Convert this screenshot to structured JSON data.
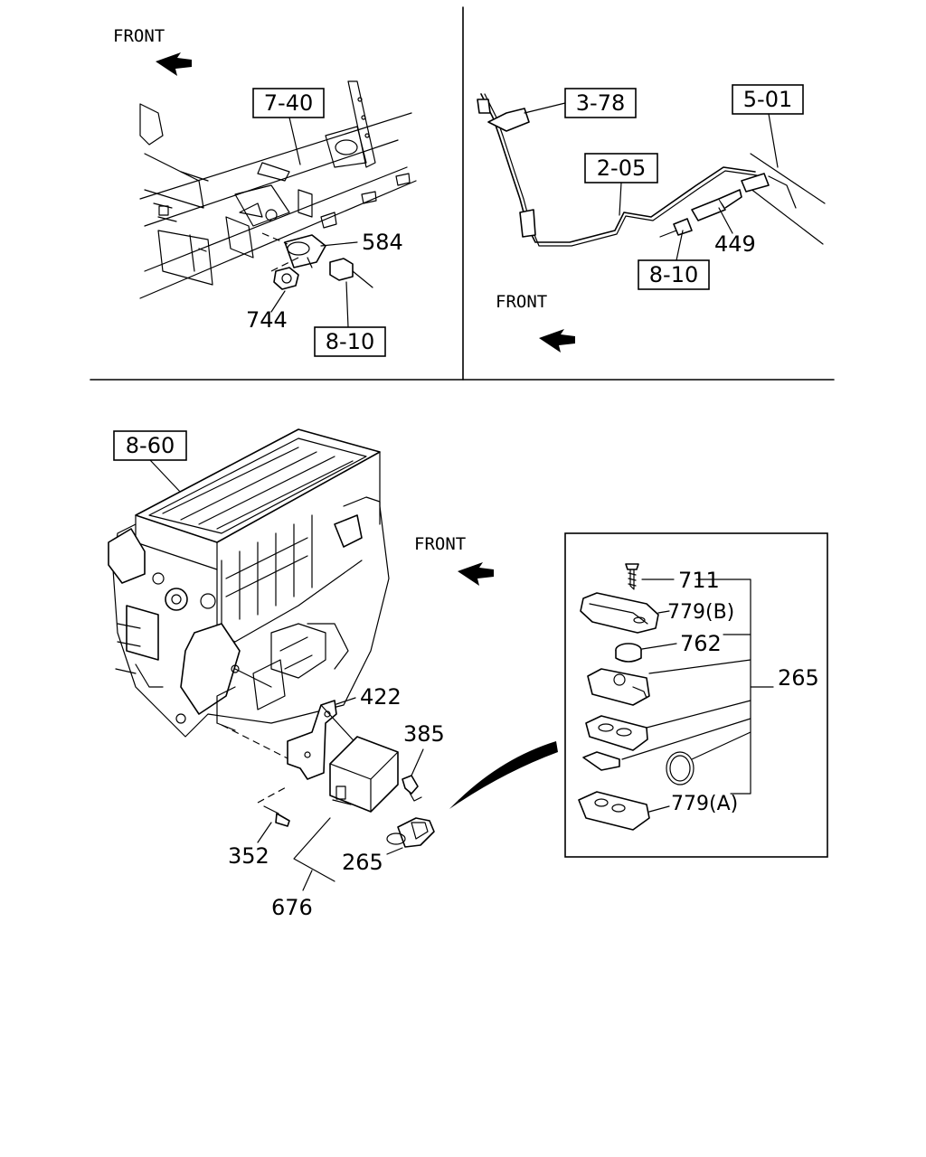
{
  "direction_label": "FRONT",
  "top_left": {
    "ref_main": "7-40",
    "ref_connector": "8-10",
    "part_sensor": "584",
    "part_nut": "744"
  },
  "top_right": {
    "ref_a": "3-78",
    "ref_b": "5-01",
    "ref_c": "2-05",
    "ref_d": "8-10",
    "part_sensor": "449"
  },
  "bottom": {
    "ref_unit": "8-60",
    "part_bracket": "422",
    "part_bolt": "385",
    "part_screw": "352",
    "part_remote": "265",
    "part_assembly": "676"
  },
  "detail": {
    "part_screw": "711",
    "part_cover_b": "779(B)",
    "part_battery": "762",
    "part_group": "265",
    "part_case_a": "779(A)"
  }
}
